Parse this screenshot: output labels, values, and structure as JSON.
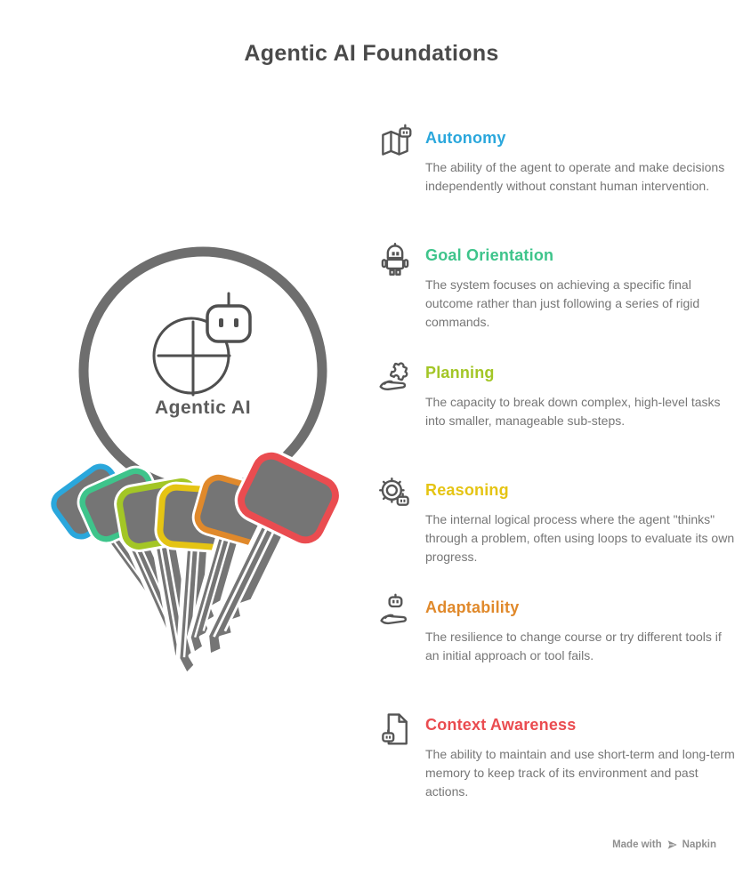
{
  "title": "Agentic AI Foundations",
  "keyring": {
    "label": "Agentic AI",
    "ring_color": "#6E6E6E",
    "key_body_color": "#757575",
    "keys": [
      {
        "name": "autonomy-key",
        "color": "#2AA7DC"
      },
      {
        "name": "goal-orientation-key",
        "color": "#3EC48B"
      },
      {
        "name": "planning-key",
        "color": "#A3C626"
      },
      {
        "name": "reasoning-key",
        "color": "#E5C413"
      },
      {
        "name": "adaptability-key",
        "color": "#E0892B"
      },
      {
        "name": "context-awareness-key",
        "color": "#EA4C50"
      }
    ]
  },
  "items": [
    {
      "label": "Autonomy",
      "color": "#2AA7DC",
      "icon": "map-robot-icon",
      "description": "The ability of the agent to operate and make decisions independently without constant human intervention."
    },
    {
      "label": "Goal Orientation",
      "color": "#3EC48B",
      "icon": "robot-icon",
      "description": "The system focuses on achieving a specific final outcome rather than just following a series of rigid commands."
    },
    {
      "label": "Planning",
      "color": "#A3C626",
      "icon": "hand-puzzle-icon",
      "description": "The capacity to break down complex, high-level tasks into smaller, manageable sub-steps."
    },
    {
      "label": "Reasoning",
      "color": "#E5C413",
      "icon": "gear-robot-icon",
      "description": "The internal logical process where the agent \"thinks\" through a problem, often using loops to evaluate its own progress."
    },
    {
      "label": "Adaptability",
      "color": "#E0892B",
      "icon": "hand-robot-icon",
      "description": "The resilience to change course or try different tools if an initial approach or tool fails."
    },
    {
      "label": "Context Awareness",
      "color": "#EA4C50",
      "icon": "document-robot-icon",
      "description": "The ability to maintain and use short-term and long-term memory to keep track of its environment and past actions."
    }
  ],
  "footer": {
    "made_with": "Made with",
    "brand": "Napkin"
  }
}
